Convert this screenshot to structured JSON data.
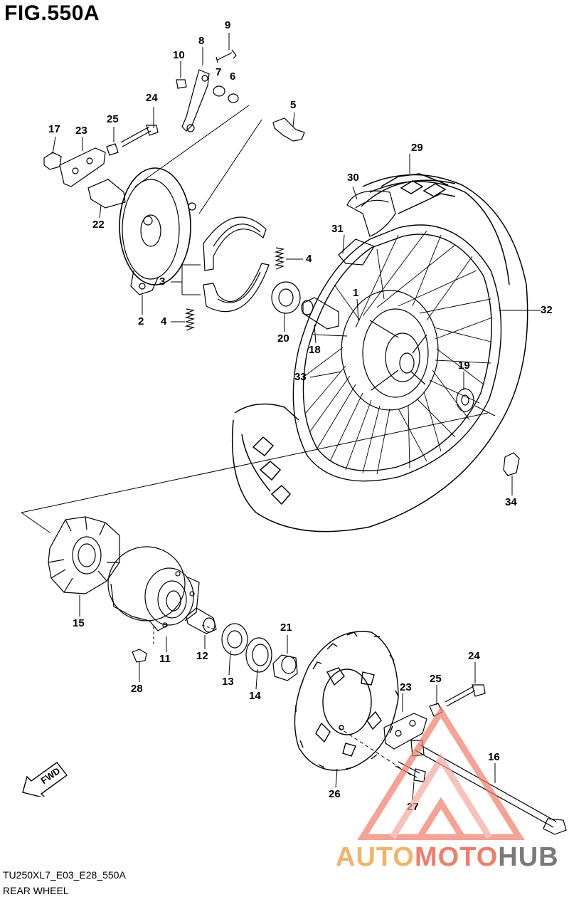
{
  "figure": {
    "title": "FIG.550A"
  },
  "footer": {
    "model_code": "TU250XL7_E03_E28_550A",
    "caption": "REAR WHEEL"
  },
  "fwd_arrow": {
    "label": "FWD"
  },
  "watermark": {
    "part1": "AUTO",
    "part2": "MOTO",
    "part3": "HUB",
    "colors": [
      "#f2b36b",
      "#f07d6a",
      "#7a7a7a"
    ]
  },
  "labels": {
    "p1": "1",
    "p2": "2",
    "p3": "3",
    "p4a": "4",
    "p4b": "4",
    "p5": "5",
    "p6": "6",
    "p7": "7",
    "p8": "8",
    "p9": "9",
    "p10": "10",
    "p11": "11",
    "p12": "12",
    "p13": "13",
    "p14": "14",
    "p15": "15",
    "p16": "16",
    "p17": "17",
    "p18": "18",
    "p19": "19",
    "p20": "20",
    "p21": "21",
    "p22": "22",
    "p23a": "23",
    "p23b": "23",
    "p24a": "24",
    "p24b": "24",
    "p25a": "25",
    "p25b": "25",
    "p26": "26",
    "p27": "27",
    "p28": "28",
    "p29": "29",
    "p30": "30",
    "p31": "31",
    "p32": "32",
    "p33": "33",
    "p34": "34"
  }
}
